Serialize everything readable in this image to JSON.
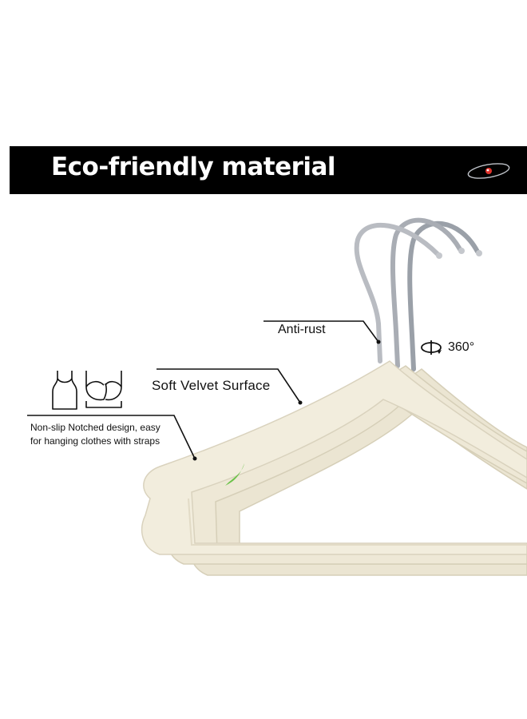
{
  "banner": {
    "title": "Eco-friendly material",
    "icon": "orbit-logo-icon"
  },
  "callouts": {
    "anti_rust": "Anti-rust",
    "rotation": "360°",
    "rotation_icon": "rotate-arrow-icon",
    "soft_velvet": "Soft Velvet Surface",
    "notched_line1": "Non-slip Notched design, easy",
    "notched_line2": "for hanging clothes with straps",
    "garment_icons": [
      "tank-top-icon",
      "bra-icon"
    ]
  },
  "colors": {
    "banner_bg": "#000000",
    "banner_text": "#ffffff",
    "hanger_body": "#f1ecdc",
    "hanger_edge": "#d9d2bd",
    "hook_metal": "#b9bcc2",
    "notch_accent": "#6cc24a"
  }
}
